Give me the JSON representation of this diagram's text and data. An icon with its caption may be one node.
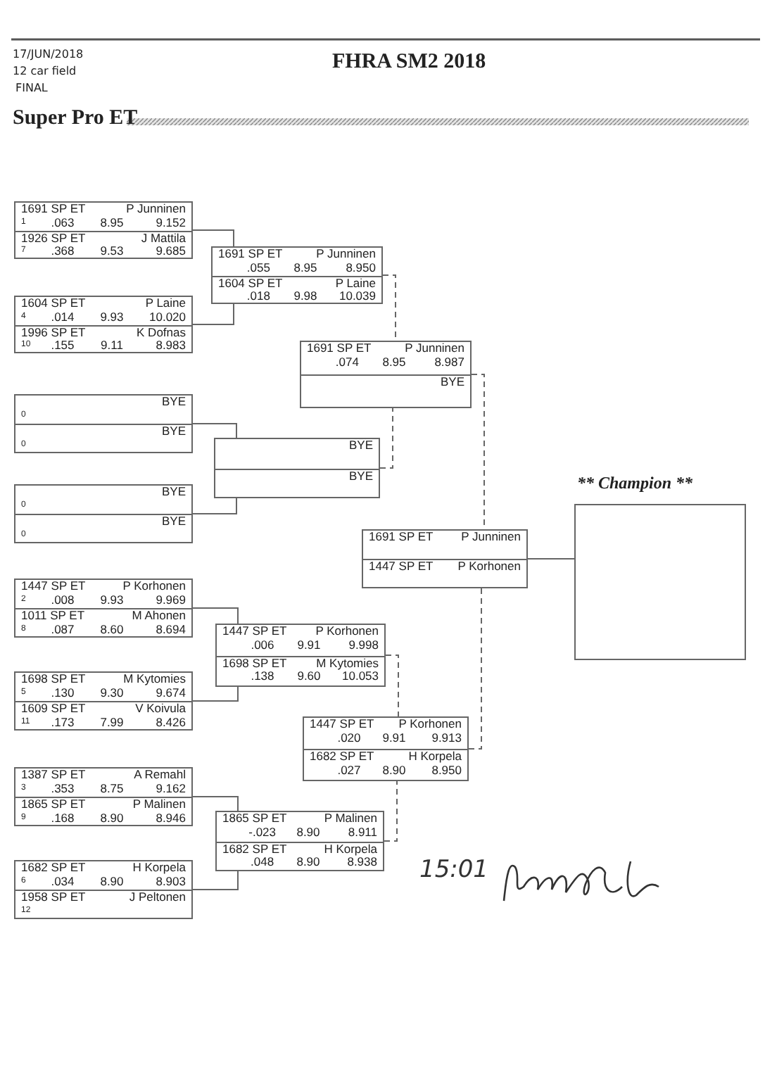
{
  "diagram": {
    "title": "FHRA SM2 2018",
    "nodes": [
      {
        "text": [],
        "shape": "box"
      },
      {
        "text": [
          "1691 SP ET",
          "P Junninen",
          "1",
          ".063",
          "8.95",
          "9.152"
        ],
        "in": 0
      },
      {
        "text": [
          "1926 SP ET",
          "J Mattila",
          "7",
          ".368",
          "9.53",
          "9.685"
        ],
        "in": 0
      },
      {
        "text": [],
        "shape": "box"
      },
      {
        "text": [
          "1604 SP ET",
          "P Laine",
          "4",
          ".014",
          "9.93",
          "10.020"
        ],
        "in": 3
      },
      {
        "text": [
          "1996 SP ET",
          "K Dofnas",
          "10",
          ".155",
          "9.11",
          "8.983"
        ],
        "in": 3
      },
      {
        "text": [],
        "shape": "box"
      },
      {
        "text": [
          "BYE",
          "0"
        ],
        "in": 6
      },
      {
        "text": [
          "BYE",
          "0"
        ],
        "in": 6
      },
      {
        "text": [],
        "shape": "box"
      },
      {
        "text": [
          "BYE",
          "0"
        ],
        "in": 9
      },
      {
        "text": [
          "BYE",
          "0"
        ],
        "in": 9
      },
      {
        "text": [],
        "shape": "box"
      },
      {
        "text": [
          "1447 SP ET",
          "P Korhonen",
          "2",
          ".008",
          "9.93",
          "9.969"
        ],
        "in": 12
      },
      {
        "text": [
          "1011 SP ET",
          "M Ahonen",
          "8",
          ".087",
          "8.60",
          "8.694"
        ],
        "in": 12
      },
      {
        "text": [],
        "shape": "box"
      },
      {
        "text": [
          "1698 SP ET",
          "M Kytomies",
          "5",
          ".130",
          "9.30",
          "9.674"
        ],
        "in": 15
      },
      {
        "text": [
          "1609 SP ET",
          "V Koivula",
          "11",
          ".173",
          "7.99",
          "8.426"
        ],
        "in": 15
      },
      {
        "text": [],
        "shape": "box"
      },
      {
        "text": [
          "1387 SP ET",
          "A Remahl",
          "3",
          ".353",
          "8.75",
          "9.162"
        ],
        "in": 18
      },
      {
        "text": [
          "1865 SP ET",
          "P Malinen",
          "9",
          ".168",
          "8.90",
          "8.946"
        ],
        "in": 18
      },
      {
        "text": [],
        "shape": "box"
      },
      {
        "text": [
          "1682 SP ET",
          "H Korpela",
          "6",
          ".034",
          "8.90",
          "8.903"
        ],
        "in": 21
      },
      {
        "text": [
          "1958 SP ET",
          "J Peltonen",
          "12"
        ],
        "in": 21
      },
      {
        "text": [],
        "shape": "box"
      },
      {
        "text": [
          "1691 SP ET",
          "P Junninen",
          ".055",
          "8.95",
          "8.950"
        ],
        "in": 24
      },
      {
        "text": [
          "1604 SP ET",
          "P Laine",
          ".018",
          "9.98",
          "10.039"
        ],
        "in": 24
      },
      {
        "text": [],
        "shape": "box"
      },
      {
        "text": [
          "BYE"
        ],
        "in": 27
      },
      {
        "text": [
          "BYE"
        ],
        "in": 27
      },
      {
        "text": [],
        "shape": "box"
      },
      {
        "text": [
          "1447 SP ET",
          "P Korhonen",
          ".006",
          "9.91",
          "9.998"
        ],
        "in": 30
      },
      {
        "text": [
          "1698 SP ET",
          "M Kytomies",
          ".138",
          "9.60",
          "10.053"
        ],
        "in": 30
      },
      {
        "text": [],
        "shape": "box"
      },
      {
        "text": [
          "1865 SP ET",
          "P Malinen",
          "-.023",
          "8.90",
          "8.911"
        ],
        "in": 33
      },
      {
        "text": [
          "1682 SP ET",
          "H Korpela",
          ".048",
          "8.90",
          "8.938"
        ],
        "in": 33
      },
      {
        "text": [],
        "shape": "box"
      },
      {
        "text": [
          "1691 SP ET",
          "P Junninen",
          ".074",
          "8.95",
          "8.987"
        ],
        "in": 36
      },
      {
        "text": [
          "BYE"
        ],
        "in": 36
      },
      {
        "text": [],
        "shape": "box"
      },
      {
        "text": [
          "1447 SP ET",
          "P Korhonen",
          ".020",
          "9.91",
          "9.913"
        ],
        "in": 39
      },
      {
        "text": [
          "1682 SP ET",
          "H Korpela",
          ".027",
          "8.90",
          "8.950"
        ],
        "in": 39
      },
      {
        "text": [],
        "shape": "box"
      },
      {
        "text": [
          "1691 SP ET",
          "P Junninen"
        ],
        "in": 42
      },
      {
        "text": [
          "1447 SP ET",
          "P Korhonen"
        ],
        "in": 42
      },
      {
        "text": [],
        "shape": "box",
        "beside": [
          "** Champion **"
        ]
      }
    ],
    "edges": [
      {
        "from": 0,
        "to": 24,
        "arrow": "none"
      },
      {
        "from": 3,
        "to": 24,
        "arrow": "none"
      },
      {
        "from": 6,
        "to": 27,
        "arrow": "none"
      },
      {
        "from": 9,
        "to": 27,
        "arrow": "none"
      },
      {
        "from": 12,
        "to": 30,
        "arrow": "none"
      },
      {
        "from": 15,
        "to": 30,
        "arrow": "none"
      },
      {
        "from": 18,
        "to": 33,
        "arrow": "none"
      },
      {
        "from": 21,
        "to": 33,
        "arrow": "none"
      },
      {
        "from": 24,
        "to": 36,
        "arrow": "none",
        "style": "dashed"
      },
      {
        "from": 27,
        "to": 36,
        "arrow": "none",
        "style": "dashed"
      },
      {
        "from": 30,
        "to": 39,
        "arrow": "none",
        "style": "dashed"
      },
      {
        "from": 33,
        "to": 39,
        "arrow": "none",
        "style": "dashed"
      },
      {
        "from": 36,
        "to": 42,
        "arrow": "none",
        "style": "dashed"
      },
      {
        "from": 39,
        "to": 42,
        "arrow": "none",
        "style": "dashed"
      },
      {
        "from": 42,
        "to": 45,
        "arrow": "none"
      }
    ],
    "labels": [
      "17/JUN/2018",
      "12 car field",
      "FINAL",
      "Super Pro ET",
      "15:01"
    ]
  }
}
